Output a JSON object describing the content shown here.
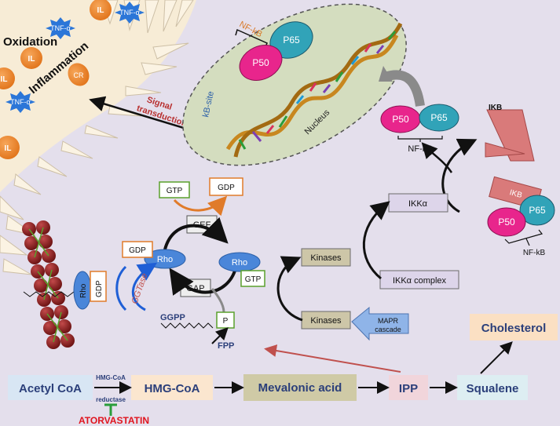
{
  "cell": {
    "labels": {
      "oxidation": "Oxidation",
      "inflammation": "Inflammation",
      "il": "IL",
      "tnf": "TNF-α",
      "cr": "CR"
    }
  },
  "nucleus": {
    "label": "Nucleus",
    "kb_site": "kB-site",
    "nfkb": "NF-kB",
    "p50": "P50",
    "p65": "P65",
    "signal_line1": "Signal",
    "signal_line2": "transduction"
  },
  "nfkb_complex": {
    "p50": "P50",
    "p65": "P65",
    "label": "NF-kB"
  },
  "ikb_complex": {
    "ikb": "IKB",
    "ikb_top": "IKB",
    "p50": "P50",
    "p65": "P65",
    "label": "NF-kB"
  },
  "kinase_cascade": {
    "ikka": "IKKα",
    "ikka_complex": "IKKα  complex",
    "kinases_top": "Kinases",
    "kinases_bottom": "Kinases",
    "mapr_line1": "MAPR",
    "mapr_line2": "cascade"
  },
  "rho_cycle": {
    "gtp_top": "GTP",
    "gdp_top": "GDP",
    "gef": "GEF",
    "gap": "GAP",
    "rho_gdp": "Rho",
    "rho_gtp": "Rho",
    "gdp_left": "GDP",
    "gtp_right": "GTP",
    "p": "P",
    "ggtase": "GGTase",
    "ggpp": "GGPP",
    "fpp": "FPP",
    "rho_membrane": "Rho",
    "gdp_membrane": "GDP"
  },
  "pathway": {
    "acetyl_coa": "Acetyl CoA",
    "hmg_coa": "HMG-CoA",
    "mevalonic": "Mevalonic acid",
    "ipp": "IPP",
    "squalene": "Squalene",
    "cholesterol": "Cholesterol",
    "enzyme_line1": "HMG-CoA",
    "enzyme_line2": "reductase",
    "inhibitor": "ATORVASTATIN"
  }
}
